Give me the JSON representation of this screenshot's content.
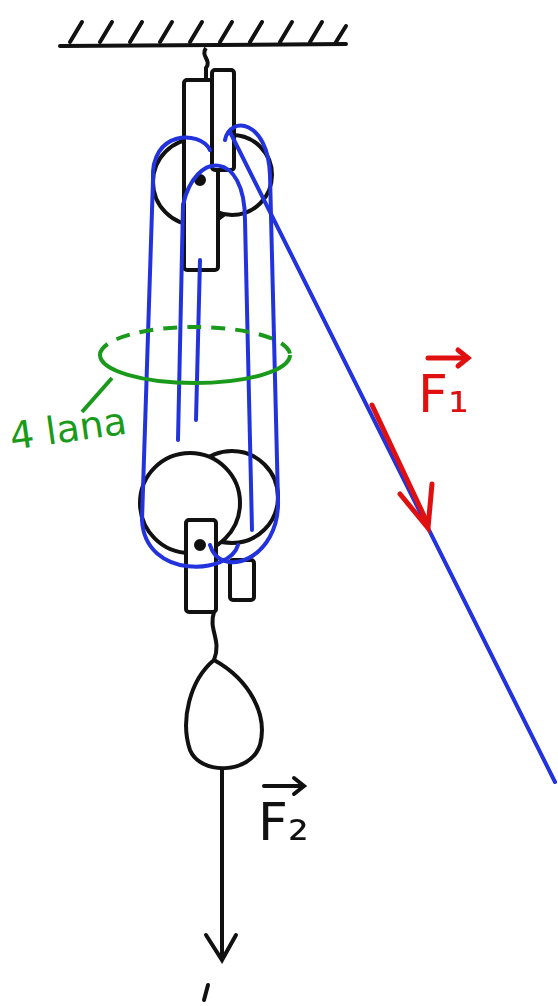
{
  "diagram": {
    "labels": [
      "4 lana",
      "F₁",
      "F₂"
    ]
  }
}
